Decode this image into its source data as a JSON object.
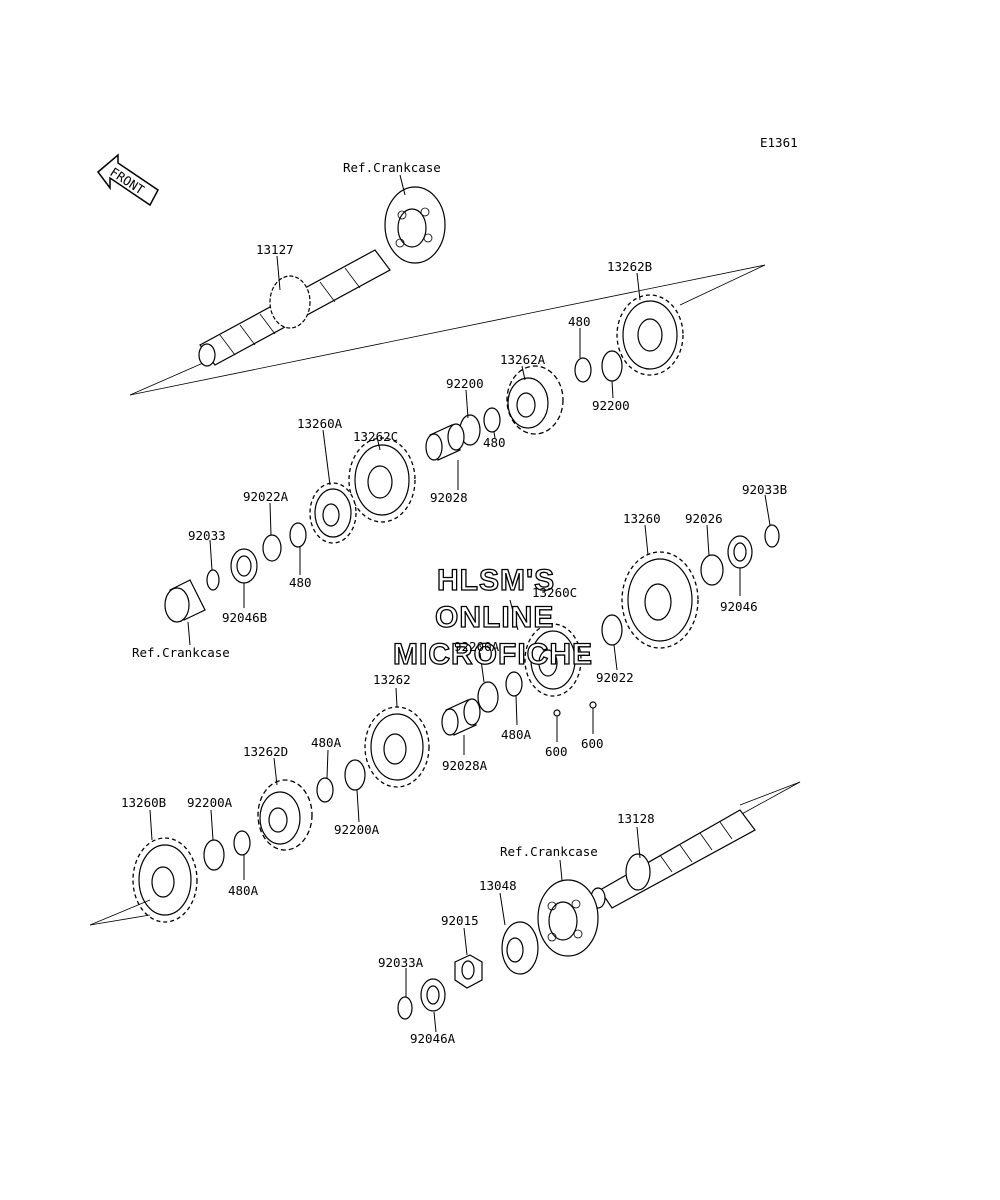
{
  "diagram_code": "E1361",
  "front_label": "FRONT",
  "watermark": [
    "HLSM'S",
    "ONLINE",
    "MICROFICHE"
  ],
  "labels": {
    "ref_crankcase_top": "Ref.Crankcase",
    "ref_crankcase_left": "Ref.Crankcase",
    "ref_crankcase_bottom": "Ref.Crankcase",
    "p13127": "13127",
    "p13262B": "13262B",
    "p480_top": "480",
    "p13262A": "13262A",
    "p92200_upper_left": "92200",
    "p92200_upper_right": "92200",
    "p480_mid": "480",
    "p13262C": "13262C",
    "p92028": "92028",
    "p13260A": "13260A",
    "p92022A": "92022A",
    "p92033": "92033",
    "p480_low": "480",
    "p92046B": "92046B",
    "p13260": "13260",
    "p92026": "92026",
    "p92033B": "92033B",
    "p92046": "92046",
    "p13260C": "13260C",
    "p92022": "92022",
    "p92200A_mid": "92200A",
    "p480A_mid": "480A",
    "p600_left": "600",
    "p600_right": "600",
    "p13262": "13262",
    "p92028A": "92028A",
    "p480A_upper": "480A",
    "p13262D": "13262D",
    "p92200A_right": "92200A",
    "p13260B": "13260B",
    "p92200A_left": "92200A",
    "p480A_lower": "480A",
    "p13128": "13128",
    "p13048": "13048",
    "p92015": "92015",
    "p92033A": "92033A",
    "p92046A": "92046A"
  }
}
